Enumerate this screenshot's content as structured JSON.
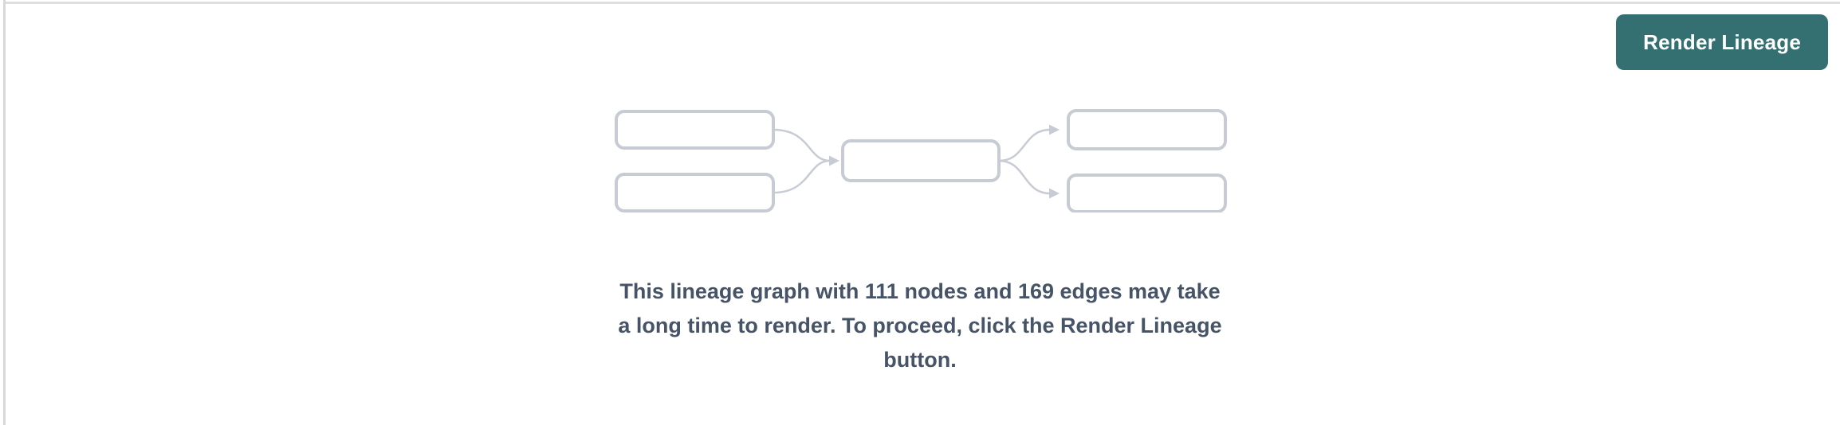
{
  "panel": {
    "background": "#ffffff",
    "edge_border_color": "#dfdfe2"
  },
  "toolbar": {
    "render_lineage_button": {
      "label": "Render Lineage",
      "background": "#346f71",
      "text_color": "#ffffff"
    }
  },
  "empty_state": {
    "illustration": {
      "name": "lineage-graph-placeholder",
      "node_fill": "#ffffff",
      "node_border_color": "#c7ccd4",
      "edge_color": "#c7ccd4",
      "node_count_drawn": 5,
      "edge_count_drawn": 4
    },
    "message": "This lineage graph with 111 nodes and 169 edges may take a long time to render. To proceed, click the Render Lineage button.",
    "message_lines": [
      "This lineage graph with 111 nodes and 169 edges may take",
      "a long time to render. To proceed, click the Render Lineage",
      "button."
    ],
    "stats": {
      "nodes": 111,
      "edges": 169
    },
    "text_color": "#475467"
  }
}
